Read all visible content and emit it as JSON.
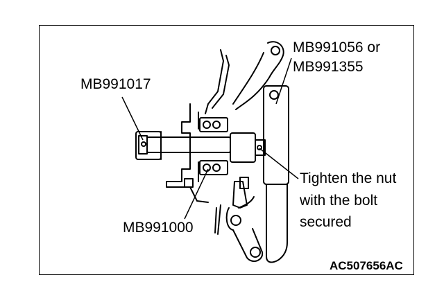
{
  "labels": {
    "tool_mb991017": "MB991017",
    "tool_mb991056_line1": "MB991056 or",
    "tool_mb991056_line2": "MB991355",
    "instruction_line1": "Tighten the nut",
    "instruction_line2": "with the bolt",
    "instruction_line3": "secured",
    "tool_mb991000": "MB991000",
    "figure_code": "AC507656AC"
  }
}
